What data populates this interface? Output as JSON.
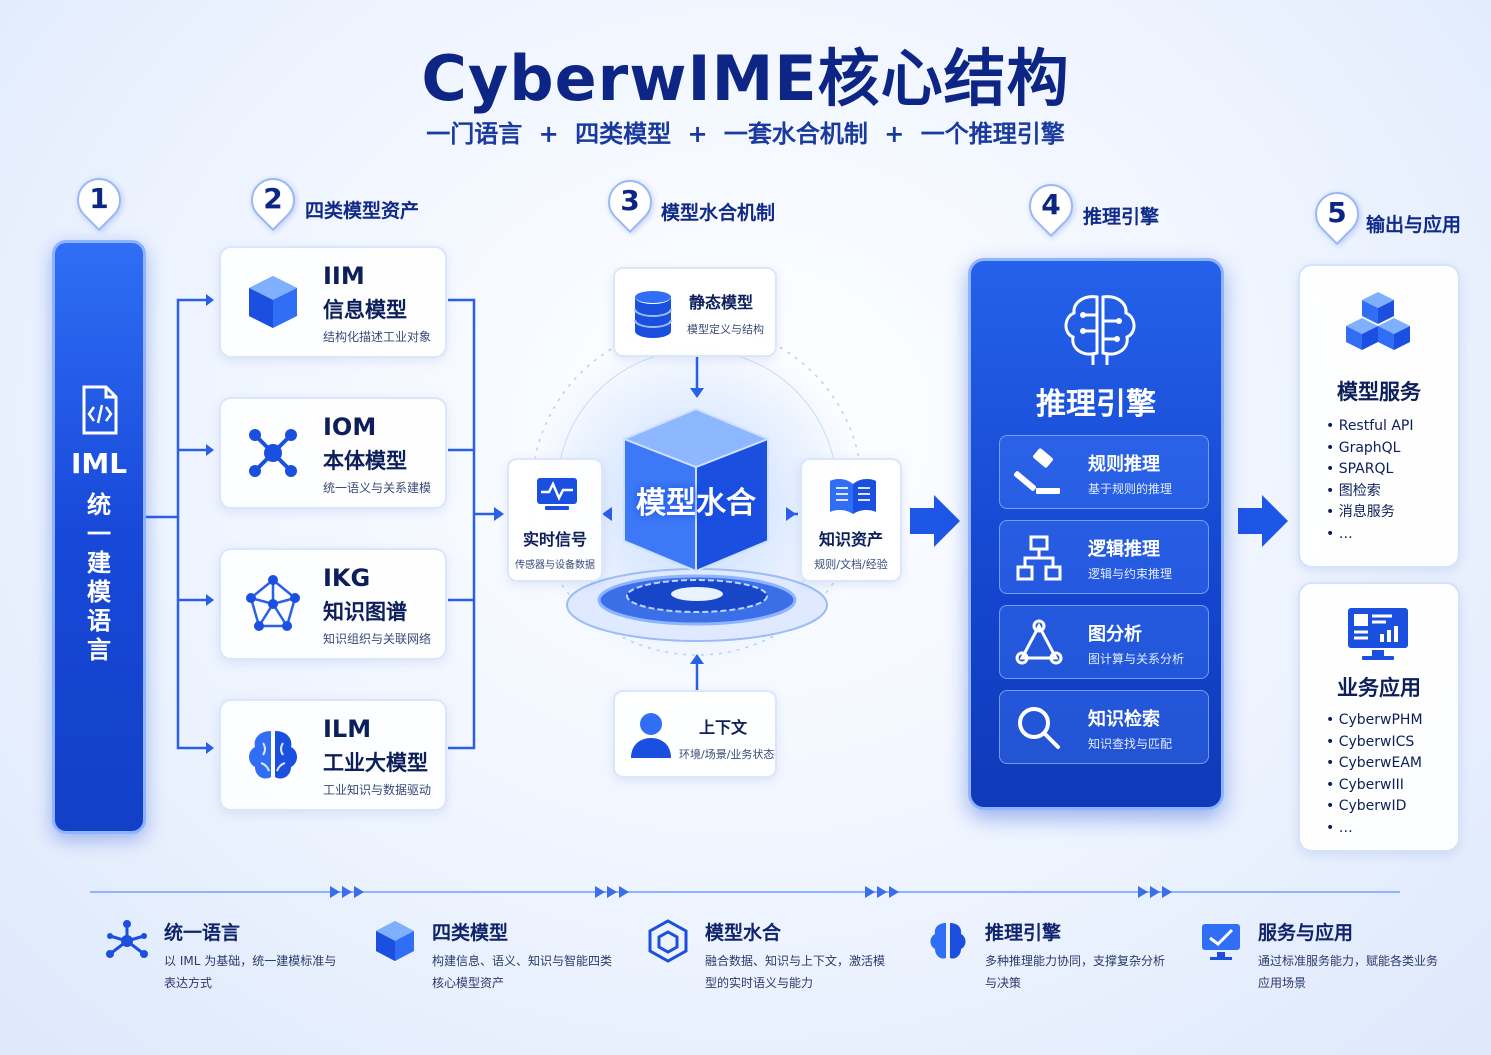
{
  "title": "CyberwIME核心结构",
  "subtitle": "一门语言 + 四类模型 + 一套水合机制 + 一个推理引擎",
  "steps": [
    {
      "num": "1",
      "label": ""
    },
    {
      "num": "2",
      "label": "四类模型资产"
    },
    {
      "num": "3",
      "label": "模型水合机制"
    },
    {
      "num": "4",
      "label": "推理引擎"
    },
    {
      "num": "5",
      "label": "输出与应用"
    }
  ],
  "iml": {
    "icon": "code-file-icon",
    "name": "IML",
    "full": "统一建模语言"
  },
  "models": [
    {
      "code": "IIM",
      "name": "信息模型",
      "desc": "结构化描述工业对象",
      "icon": "cube-icon"
    },
    {
      "code": "IOM",
      "name": "本体模型",
      "desc": "统一语义与关系建模",
      "icon": "network-nodes-icon"
    },
    {
      "code": "IKG",
      "name": "知识图谱",
      "desc": "知识组织与关联网络",
      "icon": "graph-icon"
    },
    {
      "code": "ILM",
      "name": "工业大模型",
      "desc": "工业知识与数据驱动",
      "icon": "brain-icon"
    }
  ],
  "hydration": {
    "center": "模型水合",
    "static": {
      "title": "静态模型",
      "desc": "模型定义与结构",
      "icon": "database-icon"
    },
    "realtime": {
      "title": "实时信号",
      "desc": "传感器与设备数据",
      "icon": "monitor-pulse-icon"
    },
    "knowledge": {
      "title": "知识资产",
      "desc": "规则/文档/经验",
      "icon": "open-book-icon"
    },
    "context": {
      "title": "上下文",
      "desc": "环境/场景/业务状态",
      "icon": "person-icon"
    }
  },
  "engine": {
    "title": "推理引擎",
    "icon": "brain-circuit-icon",
    "items": [
      {
        "title": "规则推理",
        "desc": "基于规则的推理",
        "icon": "gavel-icon"
      },
      {
        "title": "逻辑推理",
        "desc": "逻辑与约束推理",
        "icon": "hierarchy-icon"
      },
      {
        "title": "图分析",
        "desc": "图计算与关系分析",
        "icon": "triangle-graph-icon"
      },
      {
        "title": "知识检索",
        "desc": "知识查找与匹配",
        "icon": "magnifier-icon"
      }
    ]
  },
  "outputs": [
    {
      "title": "模型服务",
      "icon": "stacked-cubes-icon",
      "items": [
        "Restful API",
        "GraphQL",
        "SPARQL",
        "图检索",
        "消息服务",
        "…"
      ]
    },
    {
      "title": "业务应用",
      "icon": "dashboard-monitor-icon",
      "items": [
        "CyberwPHM",
        "CyberwICS",
        "CyberwEAM",
        "CyberwIII",
        "CyberwID",
        "…"
      ]
    }
  ],
  "bottom": [
    {
      "title": "统一语言",
      "desc": "以 IML 为基础，统一建模标准与表达方式",
      "icon": "network-icon"
    },
    {
      "title": "四类模型",
      "desc": "构建信息、语义、知识与智能四类核心模型资产",
      "icon": "cube-icon"
    },
    {
      "title": "模型水合",
      "desc": "融合数据、知识与上下文，激活模型的实时语义与能力",
      "icon": "hex-cube-icon"
    },
    {
      "title": "推理引擎",
      "desc": "多种推理能力协同，支撑复杂分析与决策",
      "icon": "brain-icon"
    },
    {
      "title": "服务与应用",
      "desc": "通过标准服务能力，赋能各类业务应用场景",
      "icon": "monitor-icon"
    }
  ],
  "colors": {
    "primary": "#1a4fe0",
    "dark": "#0d2585",
    "accent": "#2f6ef5"
  }
}
